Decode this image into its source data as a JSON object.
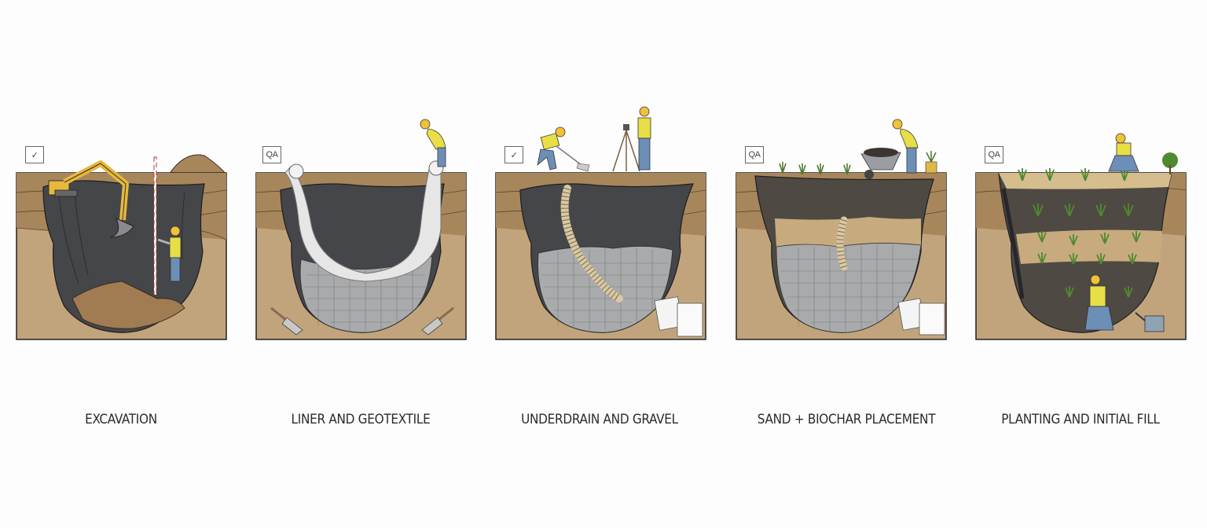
{
  "diagram": {
    "title": "",
    "colors": {
      "soil_light": "#c2a47c",
      "soil_dark": "#9b7a53",
      "topsoil": "#a8865c",
      "liner": "#3f4043",
      "gravel": "#a9aaab",
      "geotextile": "#e6e6e6",
      "sand": "#c7ab7e",
      "biochar_mix": "#4f4943",
      "plant": "#5a8a3a",
      "hardhat": "#f0c23a",
      "vest": "#e8de45",
      "jeans": "#6c8fb8",
      "excavator": "#e8b83c"
    },
    "steps": [
      {
        "caption": "EXCAVATION",
        "badge": "check",
        "badge_text": "✓",
        "elements": [
          "excavator",
          "survey-rod",
          "worker",
          "spoil-pile",
          "dirt-mound"
        ]
      },
      {
        "caption": "LINER AND GEOTEXTILE",
        "badge": "qa",
        "badge_text": "QA",
        "elements": [
          "geotextile-roll",
          "liner",
          "gravel",
          "worker",
          "trowels"
        ]
      },
      {
        "caption": "UNDERDRAIN AND GRAVEL",
        "badge": "check",
        "badge_text": "✓",
        "elements": [
          "perforated-underdrain-pipe",
          "gravel",
          "kneeling-worker",
          "surveyor-tripod",
          "worker",
          "material-bags"
        ]
      },
      {
        "caption": "SAND + BIOCHAR PLACEMENT",
        "badge": "qa",
        "badge_text": "QA",
        "elements": [
          "biochar-layer",
          "sand-layer",
          "gravel",
          "underdrain-pipe",
          "wheelbarrow",
          "worker",
          "potted-plant",
          "seedlings",
          "material-bags"
        ]
      },
      {
        "caption": "PLANTING AND INITIAL FILL",
        "badge": "qa",
        "badge_text": "QA",
        "elements": [
          "planted-media",
          "plants",
          "kneeling-worker",
          "worker-inside-pit",
          "shrub",
          "watering-can"
        ]
      }
    ]
  }
}
